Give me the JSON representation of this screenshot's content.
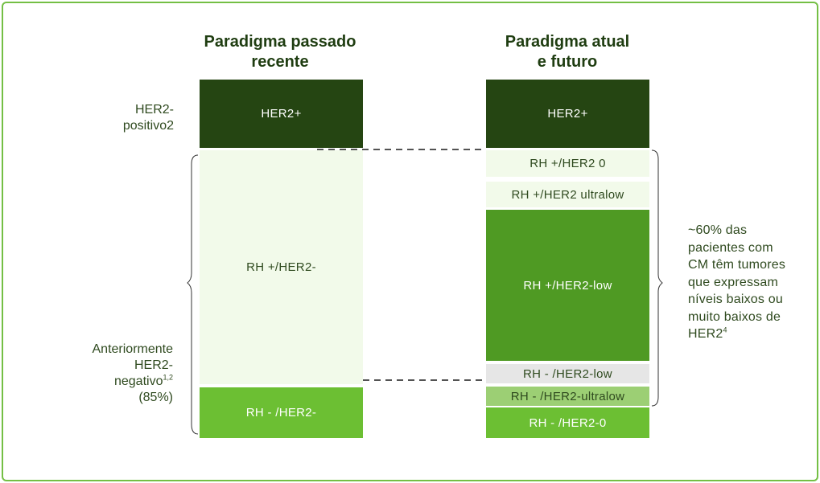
{
  "left_column": {
    "title_line1": "Paradigma passado",
    "title_line2": "recente",
    "blocks": [
      {
        "label": "HER2+",
        "bg": "#254512",
        "fg": "#ffffff"
      },
      {
        "label": "RH +/HER2-",
        "bg": "#f2faea",
        "fg": "#2f4a1f"
      },
      {
        "label": "RH - /HER2-",
        "bg": "#6cbf33",
        "fg": "#ffffff"
      }
    ]
  },
  "right_column": {
    "title_line1": "Paradigma atual",
    "title_line2": "e futuro",
    "blocks": [
      {
        "label": "HER2+",
        "bg": "#254512",
        "fg": "#ffffff"
      },
      {
        "label": "RH +/HER2 0",
        "bg": "#f2faea",
        "fg": "#2f4a1f"
      },
      {
        "label": "RH +/HER2 ultralow",
        "bg": "#f2faea",
        "fg": "#2f4a1f"
      },
      {
        "label": "RH +/HER2-low",
        "bg": "#4f9a23",
        "fg": "#ffffff"
      },
      {
        "label": "RH - /HER2-low",
        "bg": "#e6e6e6",
        "fg": "#2f4a1f"
      },
      {
        "label": "RH - /HER2-ultralow",
        "bg": "#9ccf74",
        "fg": "#2f4a1f"
      },
      {
        "label": "RH - /HER2-0",
        "bg": "#6cbf33",
        "fg": "#ffffff"
      }
    ]
  },
  "labels": {
    "her2_positive_line1": "HER2-",
    "her2_positive_line2": "positivo2",
    "her2_negative_line1": "Anteriormente",
    "her2_negative_line2": "HER2-",
    "her2_negative_line3": "negativo",
    "her2_negative_sup": "1,2",
    "her2_negative_line4": "(85%)"
  },
  "note": {
    "lines": [
      "~60% das",
      "pacientes com",
      "CM têm tumores",
      "que expressam",
      "níveis baixos ou",
      "muito baixos de"
    ],
    "last_line": "HER2",
    "last_sup": "4"
  },
  "colors": {
    "border": "#74bf44",
    "title": "#1f3d11",
    "dark_green": "#254512",
    "light_green": "#f2faea",
    "mid_green": "#4f9a23",
    "bright_green": "#6cbf33",
    "pale_green": "#9ccf74",
    "gray": "#e6e6e6"
  }
}
